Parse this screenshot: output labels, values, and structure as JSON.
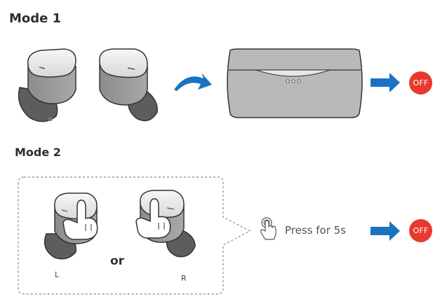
{
  "mode1": {
    "title": "Mode 1",
    "off_label": "OFF"
  },
  "mode2": {
    "title": "Mode 2",
    "press_text": "Press for 5s",
    "or_text": "or",
    "left_label": "L",
    "right_label": "R",
    "off_label": "OFF"
  },
  "colors": {
    "arrow_blue": "#1a73c2",
    "off_red": "#e8382f",
    "earbud_gray": "#8a8a8a",
    "ear_tip_dark": "#5d5d5d",
    "case_gray": "#b9b9b9"
  }
}
